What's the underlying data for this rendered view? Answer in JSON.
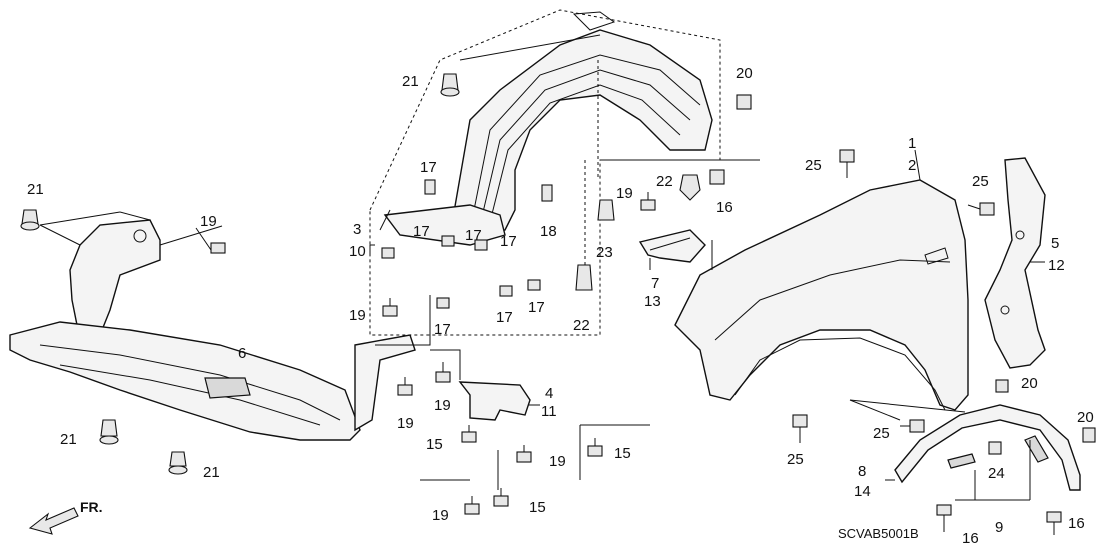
{
  "diagram": {
    "code": "SCVAB5001B",
    "direction_label": "FR."
  },
  "callouts": [
    {
      "id": "c1",
      "text": "1"
    },
    {
      "id": "c2",
      "text": "2"
    },
    {
      "id": "c3",
      "text": "3"
    },
    {
      "id": "c4",
      "text": "4"
    },
    {
      "id": "c5",
      "text": "5"
    },
    {
      "id": "c6",
      "text": "6"
    },
    {
      "id": "c7",
      "text": "7"
    },
    {
      "id": "c8",
      "text": "8"
    },
    {
      "id": "c9",
      "text": "9"
    },
    {
      "id": "c10",
      "text": "10"
    },
    {
      "id": "c11",
      "text": "11"
    },
    {
      "id": "c12",
      "text": "12"
    },
    {
      "id": "c13",
      "text": "13"
    },
    {
      "id": "c14",
      "text": "14"
    },
    {
      "id": "c15a",
      "text": "15"
    },
    {
      "id": "c15b",
      "text": "15"
    },
    {
      "id": "c15c",
      "text": "15"
    },
    {
      "id": "c16a",
      "text": "16"
    },
    {
      "id": "c16b",
      "text": "16"
    },
    {
      "id": "c16c",
      "text": "16"
    },
    {
      "id": "c17a",
      "text": "17"
    },
    {
      "id": "c17b",
      "text": "17"
    },
    {
      "id": "c17c",
      "text": "17"
    },
    {
      "id": "c17d",
      "text": "17"
    },
    {
      "id": "c17e",
      "text": "17"
    },
    {
      "id": "c17f",
      "text": "17"
    },
    {
      "id": "c17g",
      "text": "17"
    },
    {
      "id": "c18",
      "text": "18"
    },
    {
      "id": "c19a",
      "text": "19"
    },
    {
      "id": "c19b",
      "text": "19"
    },
    {
      "id": "c19c",
      "text": "19"
    },
    {
      "id": "c19d",
      "text": "19"
    },
    {
      "id": "c19e",
      "text": "19"
    },
    {
      "id": "c19f",
      "text": "19"
    },
    {
      "id": "c19g",
      "text": "19"
    },
    {
      "id": "c20a",
      "text": "20"
    },
    {
      "id": "c20b",
      "text": "20"
    },
    {
      "id": "c20c",
      "text": "20"
    },
    {
      "id": "c21a",
      "text": "21"
    },
    {
      "id": "c21b",
      "text": "21"
    },
    {
      "id": "c21c",
      "text": "21"
    },
    {
      "id": "c21d",
      "text": "21"
    },
    {
      "id": "c22a",
      "text": "22"
    },
    {
      "id": "c22b",
      "text": "22"
    },
    {
      "id": "c23",
      "text": "23"
    },
    {
      "id": "c24",
      "text": "24"
    },
    {
      "id": "c25a",
      "text": "25"
    },
    {
      "id": "c25b",
      "text": "25"
    },
    {
      "id": "c25c",
      "text": "25"
    },
    {
      "id": "c25d",
      "text": "25"
    }
  ]
}
